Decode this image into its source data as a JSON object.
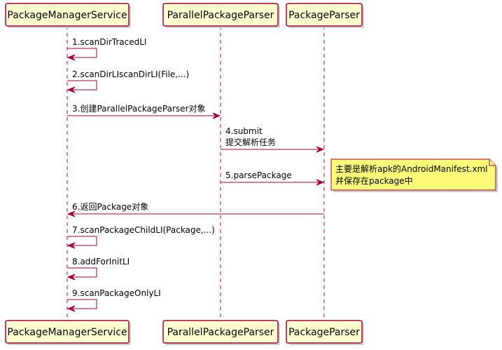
{
  "colors": {
    "participant_fill": "#FEFECE",
    "participant_border": "#A80036",
    "lifeline": "#A80036",
    "arrow": "#A80036",
    "note_fill": "#FBFB77",
    "note_border": "#A80036",
    "background": "#FFFFFF"
  },
  "participants": [
    {
      "label": "PackageManagerService"
    },
    {
      "label": "ParallelPackageParser"
    },
    {
      "label": "PackageParser"
    }
  ],
  "messages": [
    {
      "from": 0,
      "to": 0,
      "lines": [
        "1.scanDirTracedLI"
      ]
    },
    {
      "from": 0,
      "to": 0,
      "lines": [
        "2.scanDirLIscanDirLI(File,...)"
      ]
    },
    {
      "from": 0,
      "to": 1,
      "lines": [
        "3.创建ParallelPackageParser对象"
      ]
    },
    {
      "from": 1,
      "to": 2,
      "lines": [
        "4.submit",
        "提交解析任务"
      ]
    },
    {
      "from": 1,
      "to": 2,
      "lines": [
        "5.parsePackage"
      ]
    },
    {
      "from": 2,
      "to": 0,
      "lines": [
        "6.返回Package对象"
      ]
    },
    {
      "from": 0,
      "to": 0,
      "lines": [
        "7.scanPackageChildLI(Package,...)"
      ]
    },
    {
      "from": 0,
      "to": 0,
      "lines": [
        "8.addForInitLI"
      ]
    },
    {
      "from": 0,
      "to": 0,
      "lines": [
        "9.scanPackageOnlyLI"
      ]
    }
  ],
  "note": {
    "attached_to_message": 4,
    "lines": [
      "主要是解析apk的AndroidManifest.xml",
      "并保存在package中"
    ]
  }
}
